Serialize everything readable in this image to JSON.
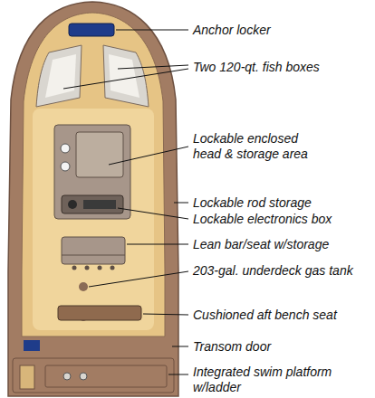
{
  "diagram": {
    "labels": [
      "Anchor locker",
      "Two 120-qt. fish boxes",
      "Lockable enclosed head & storage area",
      "Lockable rod storage",
      "Lockable electronics box",
      "Lean bar/seat w/storage",
      "203-gal. underdeck gas tank",
      "Cushioned aft bench seat",
      "Transom door",
      "Integrated swim platform w/ladder"
    ]
  }
}
